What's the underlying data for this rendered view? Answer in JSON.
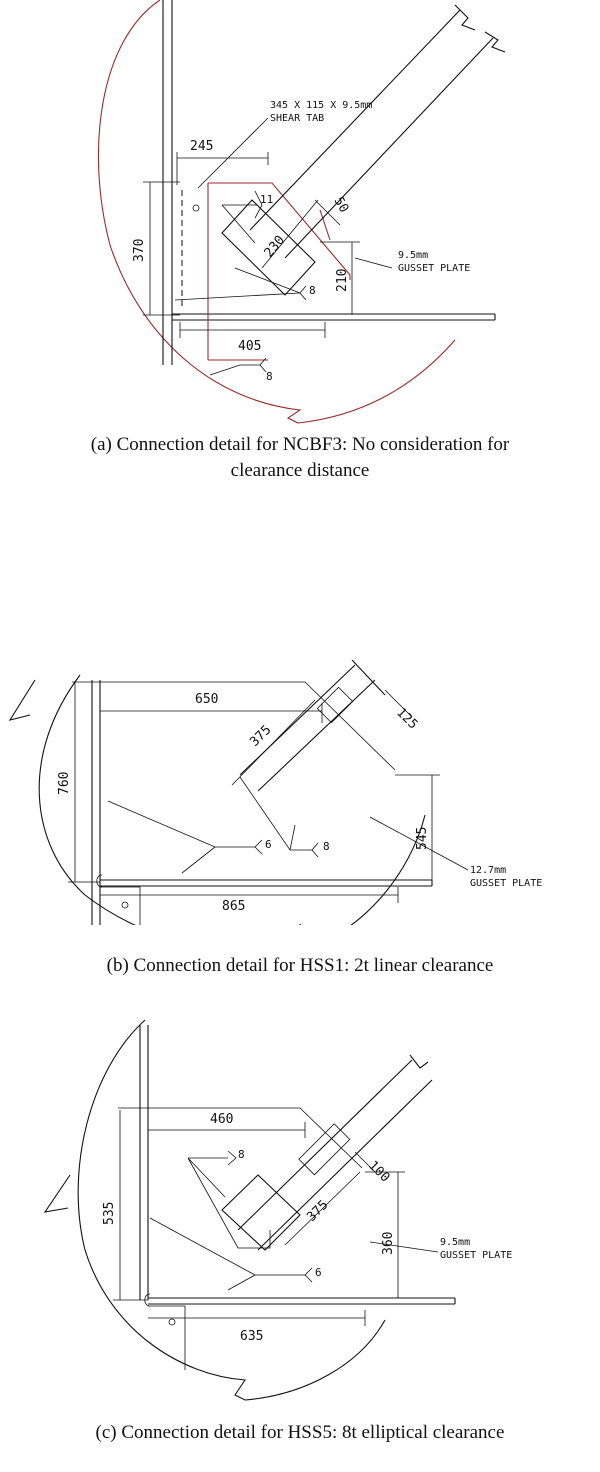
{
  "panel_a": {
    "dims": [
      "245",
      "370",
      "11",
      "230",
      "50",
      "210",
      "8",
      "405",
      "8"
    ],
    "shear_tab_line1": "345 X 115 X 9.5mm",
    "shear_tab_line2": "SHEAR TAB",
    "gusset_line1": "9.5mm",
    "gusset_line2": "GUSSET PLATE",
    "caption_line1": "(a) Connection detail for NCBF3: No consideration for",
    "caption_line2": "clearance distance"
  },
  "panel_b": {
    "dims": [
      "650",
      "375",
      "125",
      "760",
      "545",
      "8",
      "6",
      "865"
    ],
    "gusset_line1": "12.7mm",
    "gusset_line2": "GUSSET PLATE",
    "caption": "(b) Connection detail for HSS1: 2t linear clearance"
  },
  "panel_c": {
    "dims": [
      "460",
      "8",
      "100",
      "375",
      "535",
      "360",
      "6",
      "635"
    ],
    "gusset_line1": "9.5mm",
    "gusset_line2": "GUSSET PLATE",
    "caption": "(c) Connection detail for HSS5: 8t elliptical clearance"
  }
}
